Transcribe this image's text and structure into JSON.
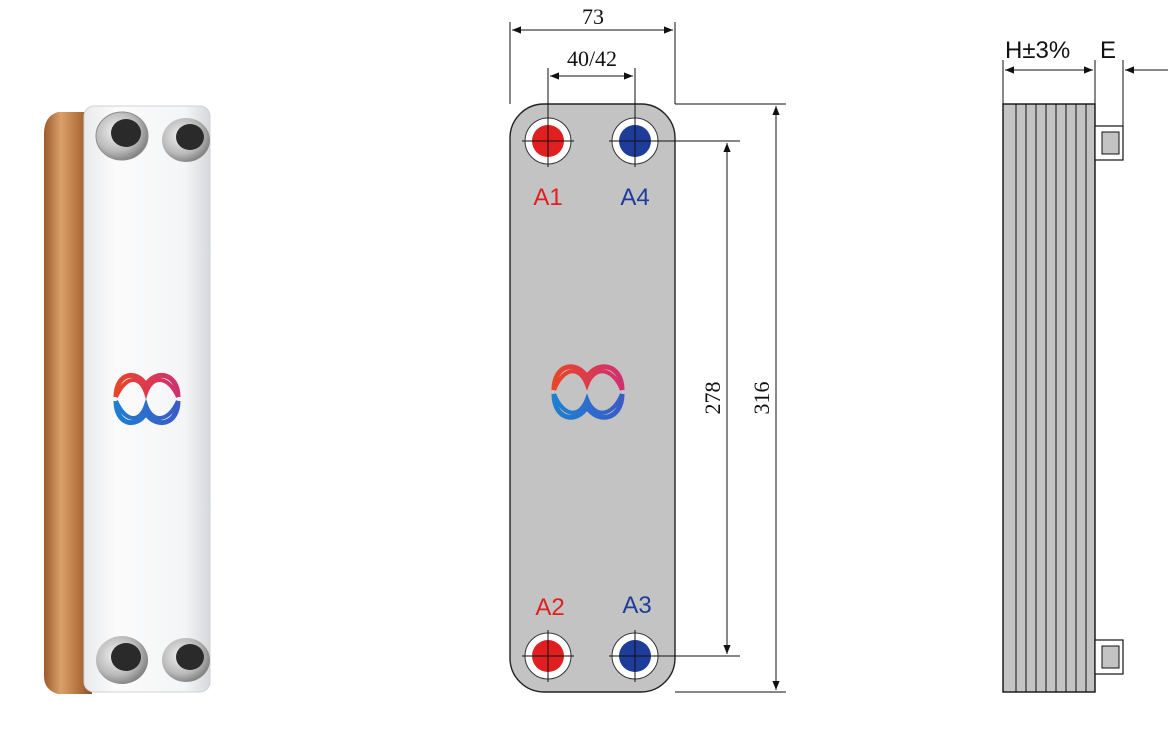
{
  "dimensions": {
    "overall_width": "73",
    "port_spacing": "40/42",
    "port_center_length": "278",
    "overall_length": "316",
    "thickness_formula": "H±3%",
    "thickness_extra": "E"
  },
  "ports": [
    {
      "id": "A1",
      "label": "A1",
      "color": "#e02020"
    },
    {
      "id": "A4",
      "label": "A4",
      "color": "#1e3c9a"
    },
    {
      "id": "A2",
      "label": "A2",
      "color": "#e02020"
    },
    {
      "id": "A3",
      "label": "A3",
      "color": "#1e3c9a"
    }
  ],
  "colors": {
    "plate_fill": "#c3c3c3",
    "copper": "#c98a55",
    "hot": "#e02020",
    "cold": "#1e3c9a",
    "line": "#111111"
  }
}
